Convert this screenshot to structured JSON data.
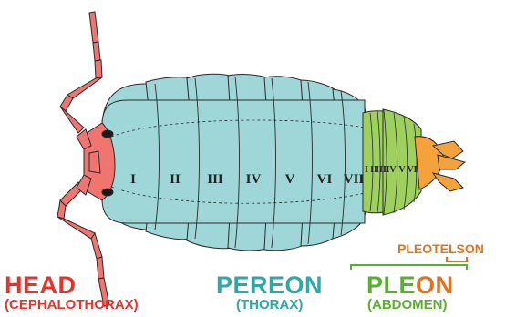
{
  "colors": {
    "head": "#f07470",
    "pereon": "#9fd6d8",
    "pleon": "#9dd05f",
    "pleotelson": "#f5a23c",
    "head_text": "#e8322b",
    "pereon_text": "#2fa9a6",
    "pleon_text": "#5cae33",
    "pleotelson_text": "#e0741e",
    "outline": "#2a2a2a"
  },
  "labels": {
    "head": {
      "title": "HEAD",
      "subtitle": "(CEPHALOTHORAX)"
    },
    "pereon": {
      "title": "PEREON",
      "subtitle": "(THORAX)"
    },
    "pleon": {
      "title_a": "PLE",
      "title_b": "ON",
      "subtitle": "(ABDOMEN)"
    },
    "pleotelson": {
      "title": "PLEOTELSON"
    }
  },
  "pereon_segments": [
    "I",
    "II",
    "III",
    "IV",
    "V",
    "VI",
    "VII"
  ],
  "pleon_segments": [
    "I",
    "II",
    "III",
    "IV",
    "V",
    "VI"
  ]
}
